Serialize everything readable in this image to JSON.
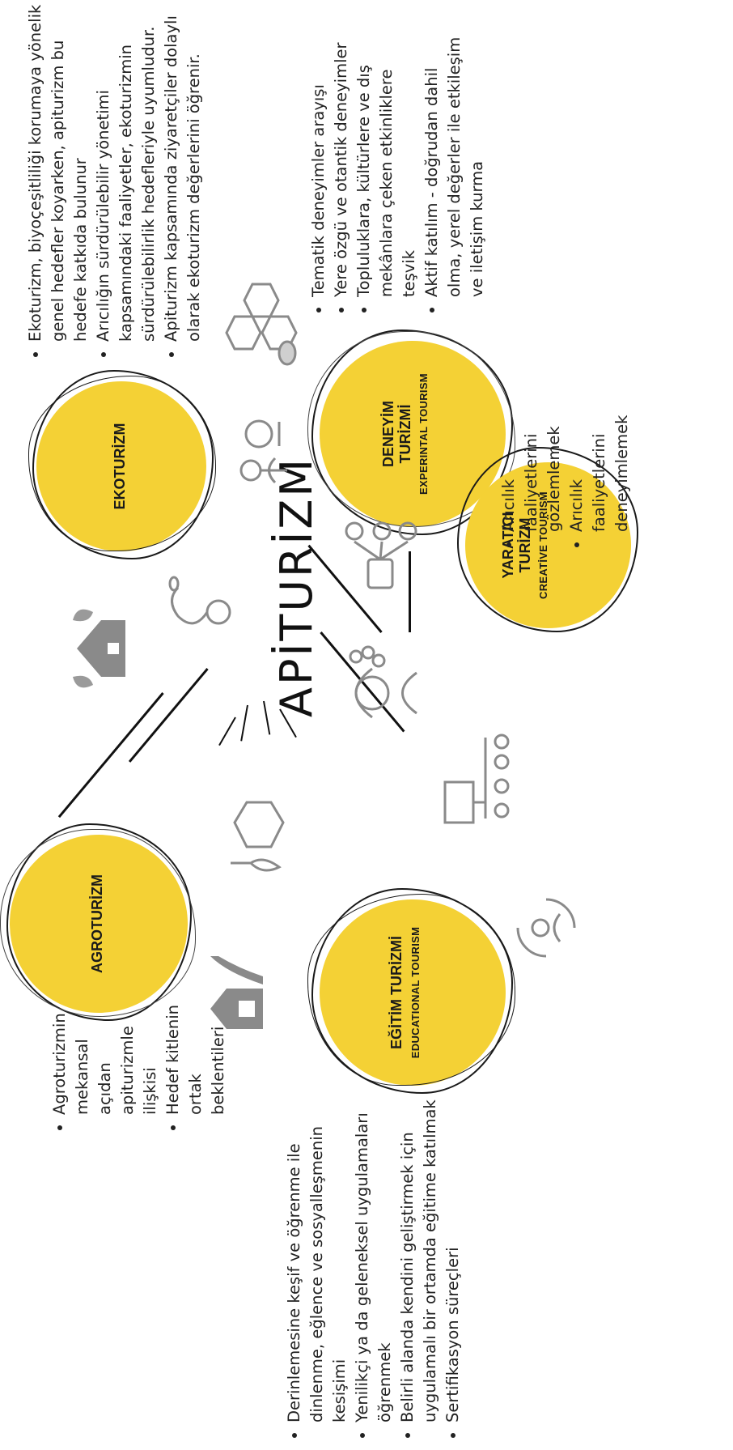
{
  "center": {
    "title": "APİTURİZM"
  },
  "nodes": {
    "ekoturizm": {
      "title": "EKOTURİZM",
      "subtitle": ""
    },
    "deneyim": {
      "title_line1": "DENEYİM",
      "title_line2": "TURİZMİ",
      "subtitle": "EXPERINTAL TOURISM"
    },
    "yaratici": {
      "title_line1": "YARATICI",
      "title_line2": "TURİZM",
      "subtitle": "CREATİVE TOURISM"
    },
    "egitim": {
      "title": "EĞİTİM TURİZMİ",
      "subtitle": "EDUCATIONAL TOURISM"
    },
    "agroturizm": {
      "title": "AGROTURİZM",
      "subtitle": ""
    }
  },
  "bullets": {
    "ekoturizm": [
      "Ekoturizm, biyoçeşitliliği korumaya yönelik genel hedefler koyarken, apiturizm bu hedefe katkıda bulunur",
      "Arıcılığın sürdürülebilir yönetimi kapsamındaki faaliyetler, ekoturizmin sürdürülebilirlik hedefleriyle uyumludur.",
      "Apiturizm kapsamında ziyaretçiler dolaylı olarak ekoturizm değerlerini öğrenir."
    ],
    "deneyim": [
      "Tematik deneyimler arayışı",
      "Yere özgü ve otantik deneyimler",
      "Topluluklara, kültürlere ve dış mekânlara çeken etkinliklere teşvik",
      "Aktif katılım - doğrudan dahil olma, yerel değerler ile etkileşim ve iletişim kurma"
    ],
    "yaratici": [
      "Arıcılık faaliyetlerini gözlemlemek",
      "Arıcılık faaliyetlerini deneyimlemek"
    ],
    "egitim": [
      "Derinlemesine keşif ve öğrenme ile dinlenme, eğlence ve sosyalleşmenin kesişimi",
      "Yenilikçi ya da geleneksel uygulamaları öğrenmek",
      "Belirli alanda kendini geliştirmek için uygulamalı bir ortamda eğitime katılmak",
      "Sertifikasyon süreçleri"
    ],
    "agroturizm": [
      "Agroturizmin mekansal açıdan apiturizmle ilişkisi",
      "Hedef kitlenin ortak beklentileri"
    ]
  },
  "icons": [
    "house-leaves-icon",
    "bee-path-icon",
    "location-plant-icon",
    "honeycomb-bee-icon",
    "network-people-icon",
    "beekeeper-icon",
    "presentation-group-icon",
    "person-cycle-icon",
    "plant-box-icon",
    "farm-barn-icon"
  ],
  "colors": {
    "accent": "#f4d135",
    "ink": "#1a1a1a"
  }
}
